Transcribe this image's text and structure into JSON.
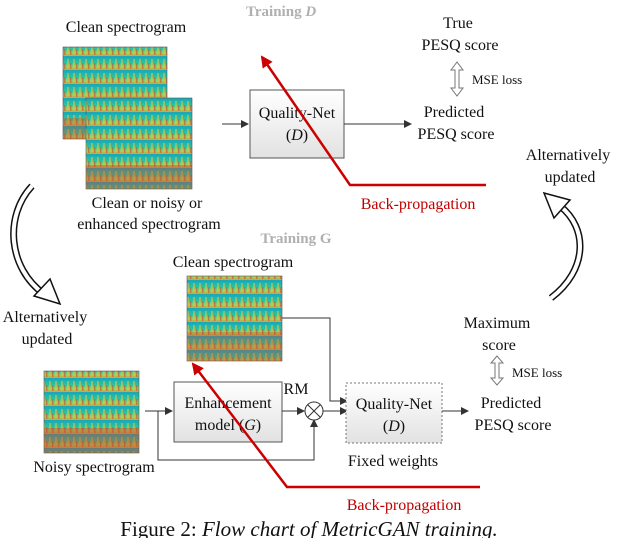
{
  "top": {
    "section_title_prefix": "Training ",
    "section_title_var": "D",
    "clean_spec_label": "Clean spectrogram",
    "mixed_spec_label_lines": [
      "Clean or noisy or",
      "enhanced spectrogram"
    ],
    "quality_net_name": "Quality-Net",
    "quality_net_var": "D",
    "true_score_lines": [
      "True",
      "PESQ score"
    ],
    "loss_label": "MSE loss",
    "predicted_lines": [
      "Predicted",
      "PESQ score"
    ],
    "backprop_label": "Back-propagation"
  },
  "bottom": {
    "section_title": "Training G",
    "clean_spec_label": "Clean spectrogram",
    "noisy_spec_label": "Noisy spectrogram",
    "enh_name": "Enhancement",
    "enh_name2": "model (",
    "enh_var": "G",
    "enh_close": ")",
    "rm_label": "RM",
    "quality_net_name": "Quality-Net",
    "quality_net_var": "D",
    "fixed_label": "Fixed weights",
    "max_score_lines": [
      "Maximum",
      "score"
    ],
    "loss_label": "MSE loss",
    "predicted_lines": [
      "Predicted",
      "PESQ score"
    ],
    "backprop_label": "Back-propagation"
  },
  "alternately_left_lines": [
    "Alternatively",
    "updated"
  ],
  "alternately_right_lines": [
    "Alternatively",
    "updated"
  ],
  "caption": {
    "prefix": "Figure 2: ",
    "italic": "Flow chart of MetricGAN training."
  },
  "colors": {
    "backprop": "#cc0000",
    "spec_bg": "#1fb9a8",
    "box_fill": "#efefef"
  }
}
